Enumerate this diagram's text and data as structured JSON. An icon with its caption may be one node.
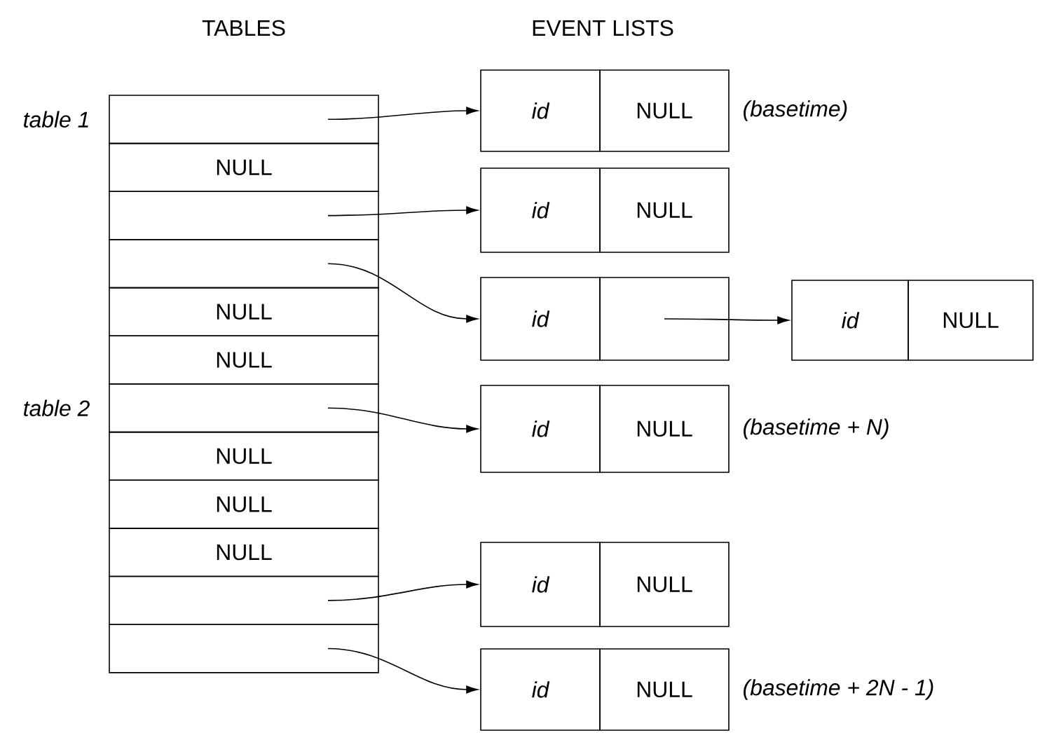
{
  "diagram": {
    "nodes": [
      {
        "text": [],
        "shape": "box",
        "beside": [
          "table 1"
        ]
      },
      {
        "text": [
          "NULL"
        ]
      },
      {
        "text": [],
        "shape": "box"
      },
      {
        "text": [],
        "shape": "box"
      },
      {
        "text": [
          "NULL"
        ]
      },
      {
        "text": [
          "NULL"
        ]
      },
      {
        "text": [],
        "shape": "box",
        "beside": [
          "table 2"
        ]
      },
      {
        "text": [
          "NULL"
        ]
      },
      {
        "text": [
          "NULL"
        ]
      },
      {
        "text": [
          "NULL"
        ]
      },
      {
        "text": [],
        "shape": "box"
      },
      {
        "text": [],
        "shape": "box"
      },
      {
        "text": [
          "id"
        ]
      },
      {
        "text": [
          "NULL"
        ],
        "beside": [
          "(basetime)"
        ]
      },
      {
        "text": [
          "id"
        ]
      },
      {
        "text": [
          "NULL"
        ]
      },
      {
        "text": [
          "id"
        ]
      },
      {
        "text": [],
        "shape": "box"
      },
      {
        "text": [
          "id"
        ]
      },
      {
        "text": [
          "NULL"
        ]
      },
      {
        "text": [
          "id"
        ]
      },
      {
        "text": [
          "NULL"
        ],
        "beside": [
          "(basetime + N)"
        ]
      },
      {
        "text": [
          "id"
        ]
      },
      {
        "text": [
          "NULL"
        ]
      },
      {
        "text": [
          "id"
        ]
      },
      {
        "text": [
          "NULL"
        ],
        "beside": [
          "(basetime + 2N - 1)"
        ]
      }
    ],
    "edges": [
      {
        "from": 0,
        "to": 12,
        "arrow": "to"
      },
      {
        "from": 2,
        "to": 14,
        "arrow": "to"
      },
      {
        "from": 3,
        "to": 16,
        "arrow": "to"
      },
      {
        "from": 17,
        "to": 18,
        "arrow": "to"
      },
      {
        "from": 6,
        "to": 20,
        "arrow": "to"
      },
      {
        "from": 10,
        "to": 22,
        "arrow": "to"
      },
      {
        "from": 11,
        "to": 24,
        "arrow": "to"
      }
    ],
    "labels": [
      "TABLES",
      "EVENT LISTS"
    ]
  }
}
